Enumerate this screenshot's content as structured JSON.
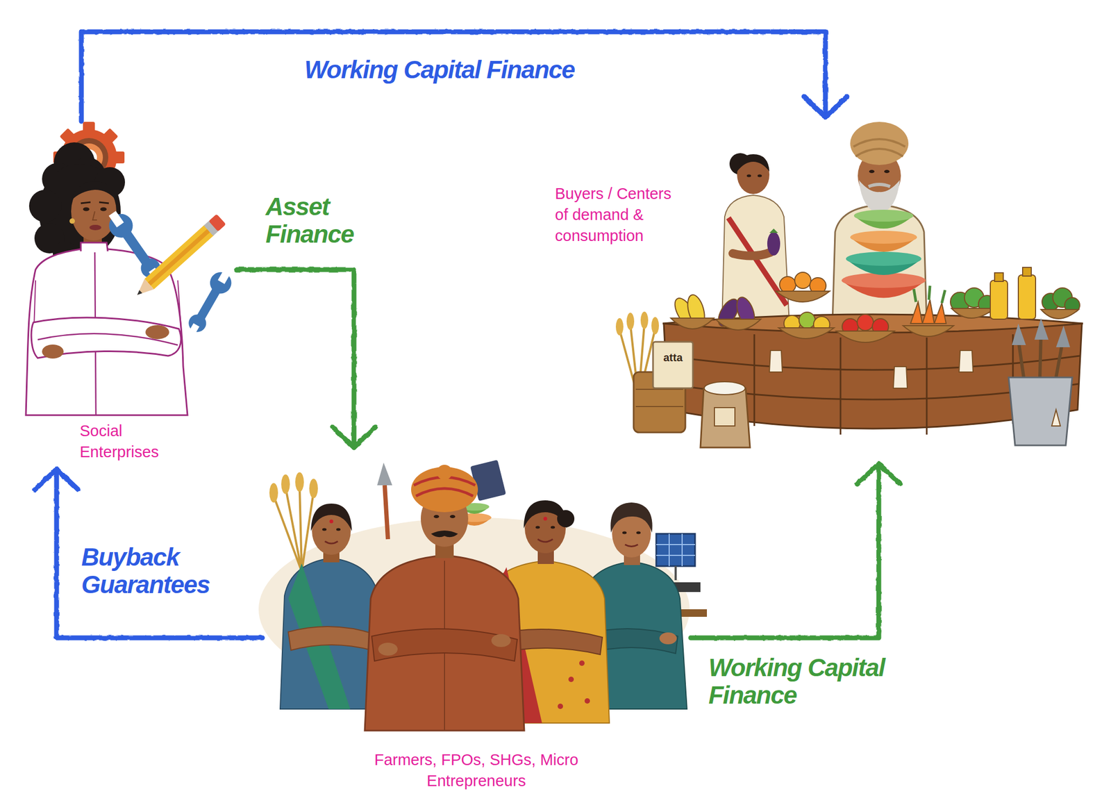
{
  "diagram": {
    "nodes": [
      {
        "text": [
          "Social Enterprises"
        ]
      },
      {
        "text": [
          "Buyers / Centers of demand & consumption"
        ]
      },
      {
        "text": [
          "Farmers, FPOs, SHGs, Micro Entrepreneurs"
        ]
      }
    ],
    "edges": [
      {
        "from": 0,
        "to": 1,
        "arrow": "to",
        "label": "Working Capital Finance"
      },
      {
        "from": 0,
        "to": 2,
        "arrow": "to",
        "label": "Asset Finance"
      },
      {
        "from": 2,
        "to": 0,
        "arrow": "to",
        "label": "Buyback Guarantees"
      },
      {
        "from": 2,
        "to": 1,
        "arrow": "to",
        "label": "Working Capital Finance"
      }
    ],
    "labels": [
      "atta"
    ]
  }
}
